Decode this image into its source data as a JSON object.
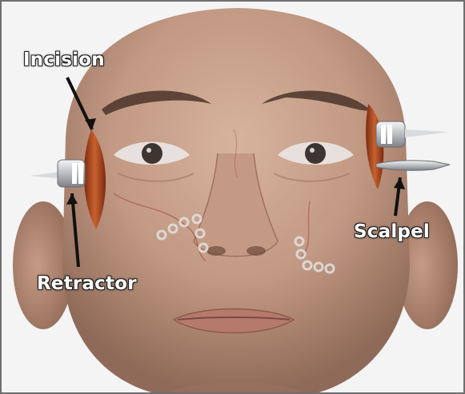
{
  "labels": {
    "incision": "Incision",
    "retractor": "Retractor",
    "scalpel": "Scalpel"
  },
  "colors": {
    "frame": "#6e6e6e",
    "background": "#f4f4f4",
    "skin": "#c89e87",
    "incision": "#a84a22",
    "label_text": "#ffffff",
    "label_outline": "#1d1d1d"
  },
  "icons": {
    "left_instrument": "retractor",
    "right_instruments": [
      "retractor",
      "scalpel"
    ]
  }
}
